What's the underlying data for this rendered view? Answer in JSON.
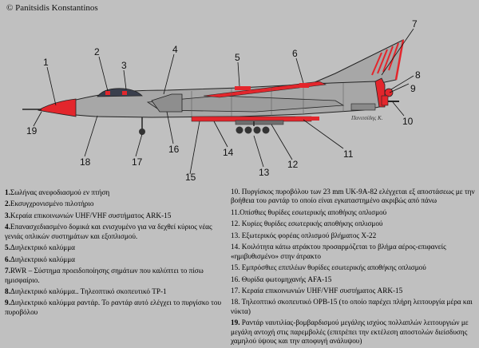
{
  "copyright": "© Panitsidis Konstantinos",
  "signature": "Πανιτσίδης Κ.",
  "callout_numbers": [
    "1",
    "2",
    "3",
    "4",
    "5",
    "6",
    "7",
    "8",
    "9",
    "10",
    "11",
    "12",
    "13",
    "14",
    "15",
    "16",
    "17",
    "18",
    "19"
  ],
  "colors": {
    "background": "#c0c0c0",
    "fuselage": "#a7a7a7",
    "red": "#e3262c",
    "outline": "#222222"
  },
  "notes_left": [
    {
      "num": "1.",
      "text": "Σωλήνας ανεφοδιασμού εν πτήση"
    },
    {
      "num": "2.",
      "text": "Εκσυγχρονισμένο πιλοτήριο"
    },
    {
      "num": "3.",
      "text": "Κεραία επικοινωνιών UHF/VHF συστήματος ARK-15"
    },
    {
      "num": "4.",
      "text": "Επανασχεδιασμένο δομικά και ενισχυμένο για να δεχθεί κύριος νέας γενιάς οπλικών συστημάτων και εξοπλισμού."
    },
    {
      "num": "5.",
      "text": "Διηλεκτρικό καλύμμα"
    },
    {
      "num": "6.",
      "text": "Διηλεκτρικό καλύμμα"
    },
    {
      "num": "7.",
      "text": "RWR – Σύστημα προειδοποίησης σημάτων που καλύπτει το πίσω ημισφαίριο."
    },
    {
      "num": "8.",
      "text": "Διηλεκτρικό καλύμμα.. Τηλεοπτικό σκοπευτικό TP-1"
    },
    {
      "num": "9.",
      "text": "Διηλεκτρικό καλύμμα ραντάρ. Το ραντάρ αυτό ελέγχει το πυργίσκο του πυροβόλου"
    }
  ],
  "notes_right": [
    {
      "num": "10.",
      "text": "Πυργίσκος πυροβόλου των 23 mm UK-9A-82 ελέγχεται εξ αποστάσεως με την βοήθεια του ραντάρ το οποίο είναι εγκαταστημένο ακριβώς από πάνω"
    },
    {
      "num": "11.",
      "text": "Οπίσθιες θυρίδες εσωτερικής αποθήκης οπλισμού"
    },
    {
      "num": "12.",
      "text": "Κυρίες θυρίδες εσωτερικής αποθήκης οπλισμού"
    },
    {
      "num": "13.",
      "text": "Εξωτερικός φορέας οπλισμού βλήματος X-22"
    },
    {
      "num": "14.",
      "text": "Κοιλότητα κάτω ατράκτου προσαρμόζεται το βλήμα αέρος-επιφανείς «ημιβυθισμένο» στην άτρακτο"
    },
    {
      "num": "15.",
      "text": "Εμπρόσθιες επιπλέων θυρίδες εσωτερικής αποθήκης οπλισμού"
    },
    {
      "num": "16.",
      "text": "Θυρίδα φωτομηχανής AFA-15"
    },
    {
      "num": "17.",
      "text": "Κεραία επικοινωνιών UHF/VHF συστήματος ARK-15"
    },
    {
      "num": "18.",
      "text": "Τηλεοπτικό σκοπευτικό OPB-15 (το οποίο παρέχει πλήρη λειτουργία μέρα και νύκτα)"
    },
    {
      "num": "19.",
      "text": "Ραντάρ ναυτιλίας-βομβαρδισμού μεγάλης ισχύος πολλαπλών λειτουργιών με μεγάλη αντοχή στις παρεμβολές (επιτρέπει την εκτέλεση αποστολών διείσδυσης χαμηλού ύψους και την αποφυγή ανάλυψου)"
    }
  ]
}
